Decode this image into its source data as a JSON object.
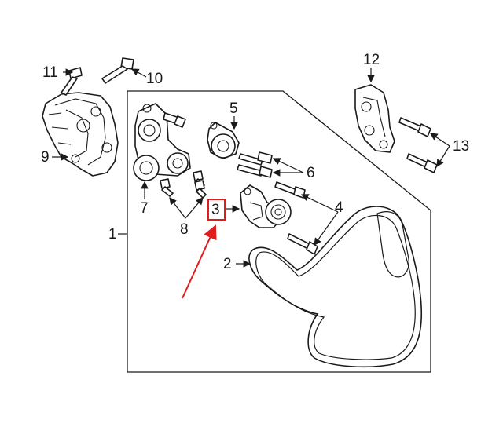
{
  "callouts": {
    "c1": "1",
    "c2": "2",
    "c3": "3",
    "c4": "4",
    "c5": "5",
    "c6": "6",
    "c7": "7",
    "c8": "8",
    "c9": "9",
    "c10": "10",
    "c11": "11",
    "c12": "12",
    "c13": "13"
  },
  "highlight": {
    "callout": "3",
    "color": "#e01b1b"
  }
}
